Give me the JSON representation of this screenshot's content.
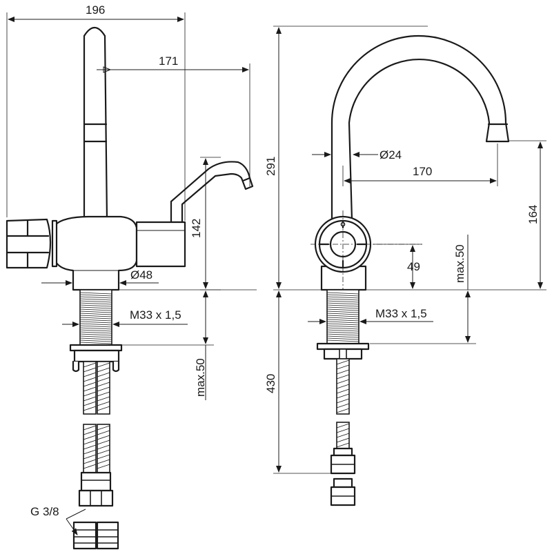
{
  "side_view": {
    "dims": {
      "width_total": "196",
      "spout_reach": "171",
      "lever_height": "142",
      "body_diameter": "Ø48",
      "thread": "M33 x 1,5",
      "max_deck": "max.50",
      "connector": "G 3/8"
    }
  },
  "front_view": {
    "dims": {
      "height_total": "291",
      "pipe_diameter": "Ø24",
      "spout_reach": "170",
      "outlet_height": "164",
      "lever_axis": "49",
      "max_deck": "max.50",
      "thread": "M33 x 1,5",
      "hose_length": "430"
    }
  }
}
